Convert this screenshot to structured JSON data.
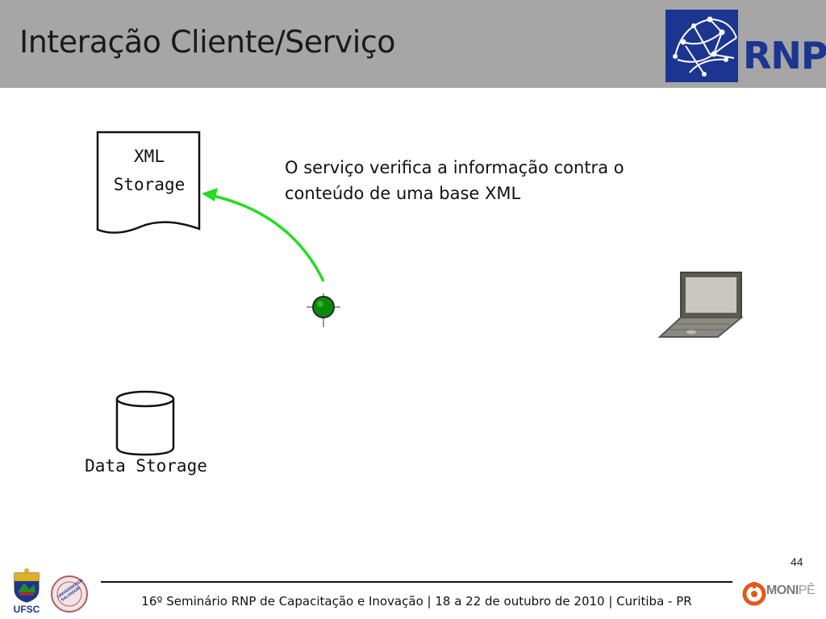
{
  "slide": {
    "title": "Interação Cliente/Serviço",
    "description": "O serviço verifica a informação contra o conteúdo de uma base XML",
    "slide_number": "44"
  },
  "logos": {
    "rnp": "RNP",
    "ufsc": "UFSC",
    "salvador": "UNIVERSIDADE SALVADOR",
    "monipe_main": "MONI",
    "monipe_accent": "PÊ"
  },
  "diagram": {
    "xml_storage_line1": "XML",
    "xml_storage_line2": "Storage",
    "data_storage_label": "Data Storage",
    "arrow_color": "#22dd22",
    "node_color": "#0a8a0a",
    "laptop_icon": "laptop-icon",
    "database_icon": "database-icon",
    "document_icon": "document-icon"
  },
  "footer": {
    "text": "16º Seminário RNP de Capacitação e Inovação   |   18 a 22 de outubro de 2010   |   Curitiba - PR"
  },
  "colors": {
    "header_bg": "#a6a6a6",
    "rnp_blue": "#1b3591"
  }
}
